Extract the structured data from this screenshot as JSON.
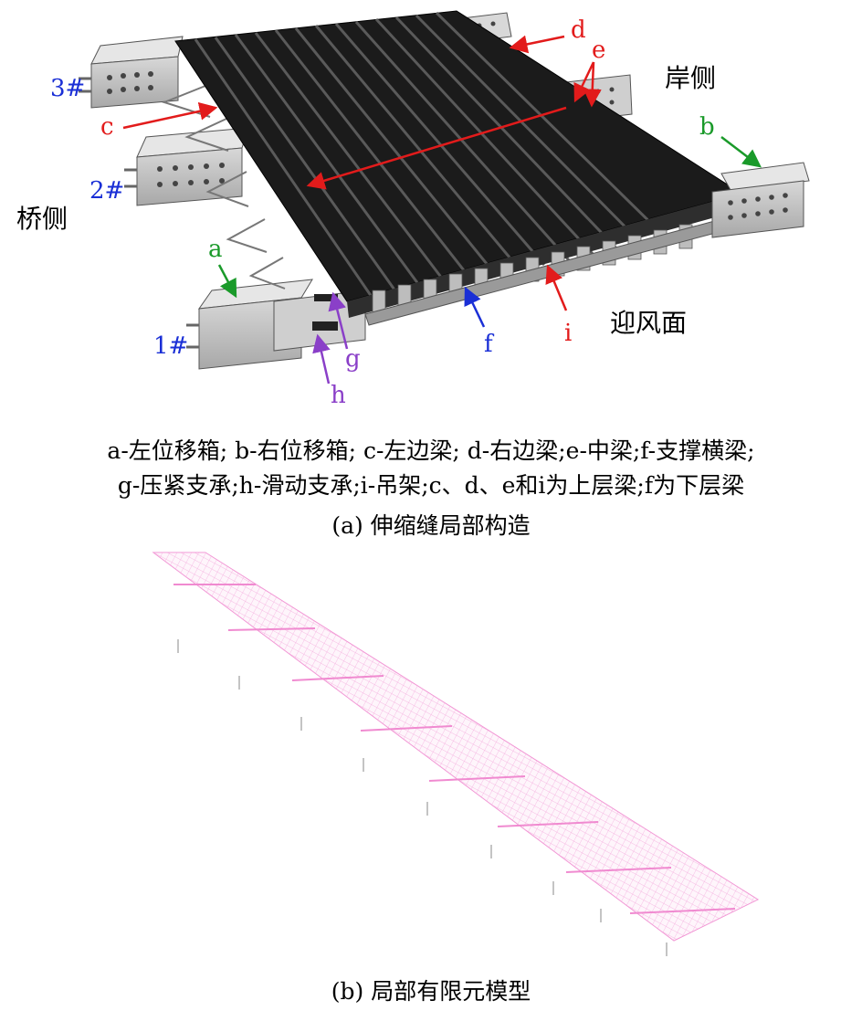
{
  "figure_a": {
    "labels": {
      "a": "a",
      "b": "b",
      "c": "c",
      "d": "d",
      "e": "e",
      "f": "f",
      "g": "g",
      "h": "h",
      "i": "i",
      "beam_1": "1#",
      "beam_2": "2#",
      "beam_3": "3#",
      "bridge_side": "桥侧",
      "shore_side": "岸侧",
      "windward_face": "迎风面"
    },
    "caption_line1": "a-左位移箱; b-右位移箱; c-左边梁; d-右边梁;e-中梁;f-支撑横梁;",
    "caption_line2": "g-压紧支承;h-滑动支承;i-吊架;c、d、e和i为上层梁;f为下层梁",
    "caption": "(a) 伸缩缝局部构造"
  },
  "figure_b": {
    "caption": "(b) 局部有限元模型"
  },
  "colors": {
    "red": "#e21b1b",
    "green": "#1a9a2a",
    "blue": "#1a2fd6",
    "purple": "#8a3fc8",
    "mesh": "#f08ad0"
  }
}
